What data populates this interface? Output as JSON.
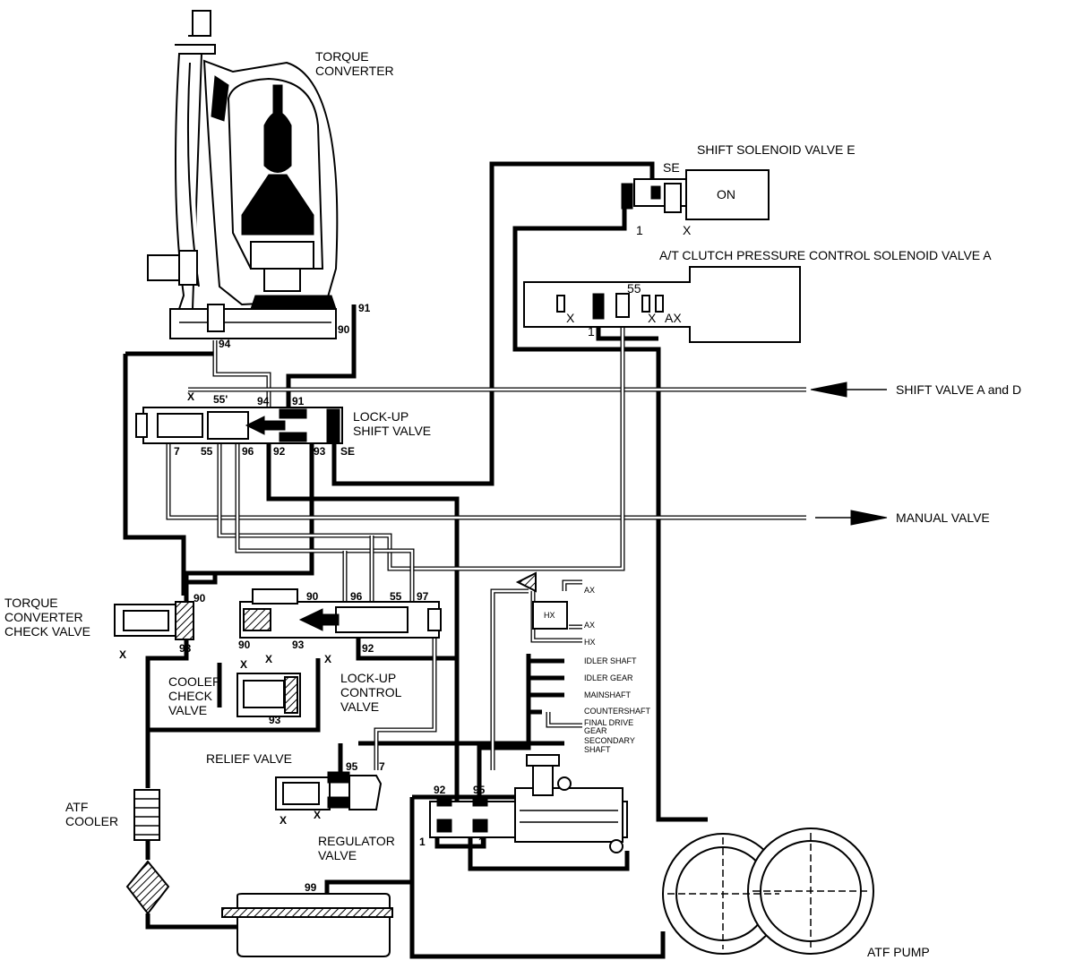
{
  "diagram": {
    "labels": {
      "torque_converter": [
        "TORQUE",
        "CONVERTER"
      ],
      "shift_solenoid_e": "SHIFT SOLENOID VALVE E",
      "solenoid_on": "ON",
      "clutch_pressure_solenoid_a": "A/T CLUTCH PRESSURE CONTROL SOLENOID VALVE A",
      "shift_valve_a_d": "SHIFT VALVE A and D",
      "manual_valve": "MANUAL VALVE",
      "lockup_shift_valve": [
        "LOCK-UP",
        "SHIFT VALVE"
      ],
      "torque_converter_check_valve": [
        "TORQUE",
        "CONVERTER",
        "CHECK VALVE"
      ],
      "cooler_check_valve": [
        "COOLER",
        "CHECK",
        "VALVE"
      ],
      "lockup_control_valve": [
        "LOCK-UP",
        "CONTROL",
        "VALVE"
      ],
      "relief_valve": "RELIEF VALVE",
      "atf_cooler": [
        "ATF",
        "COOLER"
      ],
      "regulator_valve": [
        "REGULATOR",
        "VALVE"
      ],
      "atf_pump": "ATF PUMP"
    },
    "lubrication_points": {
      "idler_shaft": "IDLER SHAFT",
      "idler_gear": "IDLER GEAR",
      "mainshaft": "MAINSHAFT",
      "countershaft": "COUNTERSHAFT",
      "final_drive_gear": [
        "FINAL DRIVE",
        "GEAR"
      ],
      "secondary_shaft": [
        "SECONDARY",
        "SHAFT"
      ],
      "ax": "AX",
      "hx": "HX"
    },
    "port_numbers": {
      "p91": "91",
      "p90": "90",
      "p94": "94",
      "p55p": "55'",
      "p7": "7",
      "p55": "55",
      "p96": "96",
      "p92": "92",
      "p93": "93",
      "pSE": "SE",
      "pX": "X",
      "p1": "1",
      "p95": "95",
      "p97": "97",
      "p99": "99",
      "pAX": "AX"
    }
  }
}
